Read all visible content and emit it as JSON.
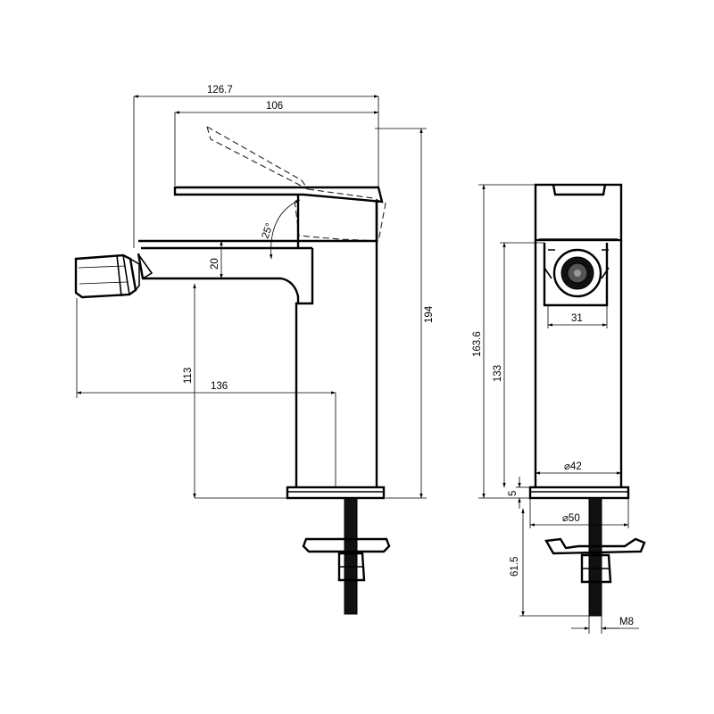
{
  "dimensions": {
    "overall_reach": "126.7",
    "lever_length": "106",
    "lever_angle": "25°",
    "spout_height": "20",
    "total_height": "194",
    "outlet_height": "113",
    "outlet_reach": "136",
    "body_height_side": "163.6",
    "body_to_base": "133",
    "nozzle_width": "31",
    "body_diameter": "⌀42",
    "base_thickness": "5",
    "base_diameter": "⌀50",
    "stud_length": "61.5",
    "thread": "M8"
  }
}
